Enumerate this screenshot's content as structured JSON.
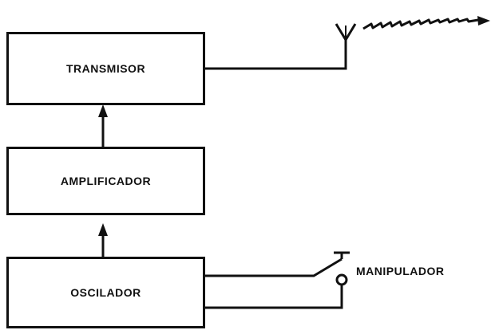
{
  "blocks": {
    "transmisor": "TRANSMISOR",
    "amplificador": "AMPLIFICADOR",
    "oscilador": "OSCILADOR"
  },
  "labels": {
    "manipulador": "MANIPULADOR"
  },
  "colors": {
    "ink": "#111111",
    "background": "#ffffff"
  },
  "icons": [
    "antenna-icon",
    "radio-wave-icon",
    "telegraph-key-icon",
    "arrow-up-icon"
  ]
}
